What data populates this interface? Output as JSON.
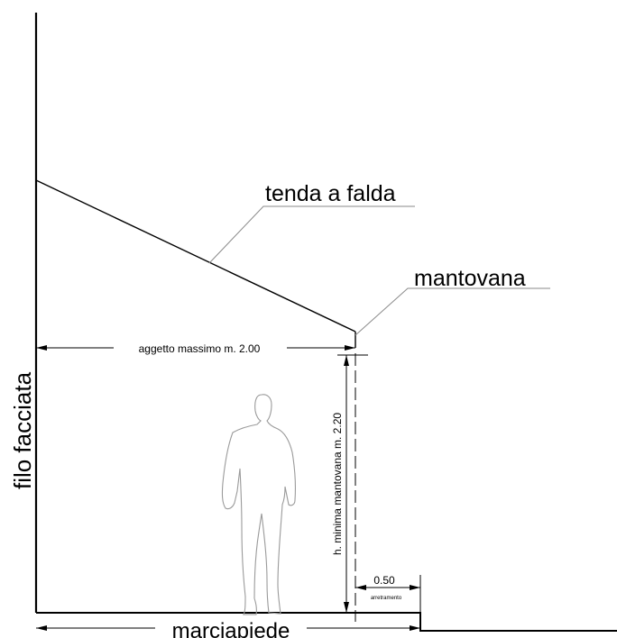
{
  "labels": {
    "awning": "tenda a falda",
    "valance": "mantovana",
    "max_projection": "aggetto massimo m. 2.00",
    "min_height": "h. minima mantovana m. 2.20",
    "setback_value": "0.50",
    "setback_label": "arretramento",
    "facade_line": "filo facciata",
    "sidewalk": "marciapiede"
  },
  "colors": {
    "line": "#000000",
    "leader": "#8a8a8a",
    "figure": "#9a9a9a"
  }
}
